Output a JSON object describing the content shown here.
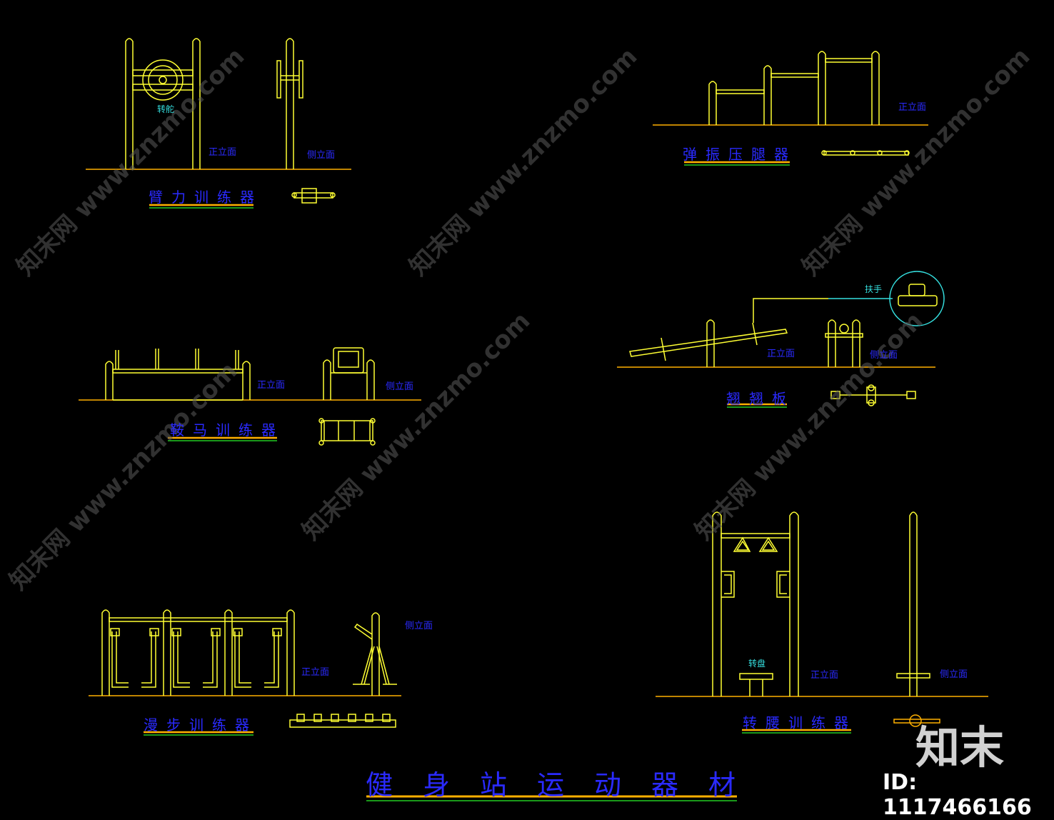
{
  "colors": {
    "line": "#ffff33",
    "ground": "#ffb000",
    "label": "#2a2aff",
    "callout": "#35e0e0",
    "underline_yellow": "#ffb000",
    "underline_green": "#22cc22"
  },
  "equipment": {
    "arm": {
      "title": "臂力训练器",
      "front": "正立面",
      "side": "侧立面",
      "part": "转舵"
    },
    "leg": {
      "title": "弹振压腿器",
      "front": "正立面"
    },
    "saddle": {
      "title": "鞍马训练器",
      "front": "正立面",
      "side": "侧立面"
    },
    "seesaw": {
      "title": "翘翘板",
      "front": "正立面",
      "side": "侧立面",
      "part": "扶手"
    },
    "walker": {
      "title": "漫步训练器",
      "front": "正立面",
      "side": "侧立面"
    },
    "waist": {
      "title": "转腰训练器",
      "front": "正立面",
      "side": "侧立面",
      "part": "转盘"
    }
  },
  "main_title": "健身站运动器材",
  "watermark": {
    "logo": "知末",
    "id": "ID: 1117466166",
    "text": "知末网 www.znzmo.com"
  }
}
